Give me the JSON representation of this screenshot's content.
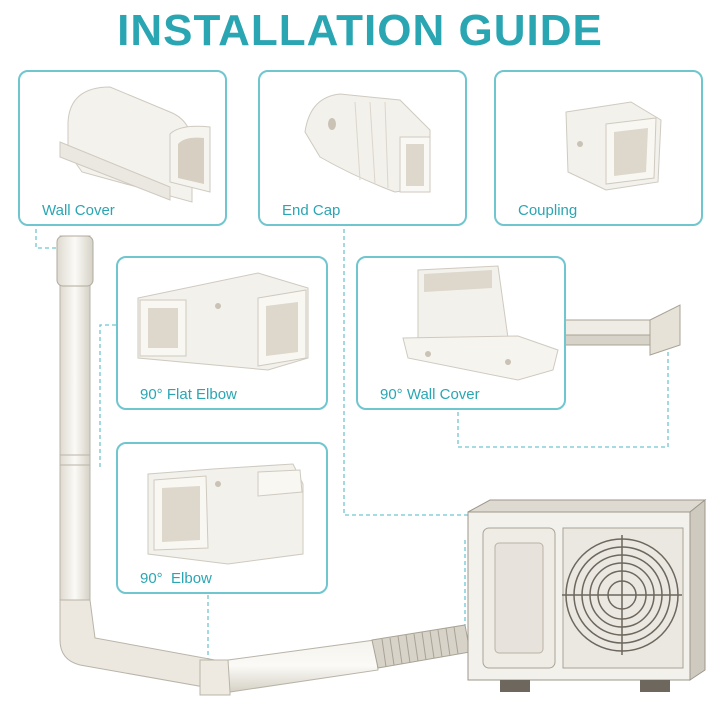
{
  "title": "INSTALLATION GUIDE",
  "accent_color": "#2aa6b3",
  "border_color": "#6fc6cf",
  "parts": [
    {
      "id": "wall-cover",
      "label": "Wall Cover"
    },
    {
      "id": "end-cap",
      "label": "End Cap"
    },
    {
      "id": "coupling",
      "label": "Coupling"
    },
    {
      "id": "flat-elbow",
      "label": "90° Flat Elbow"
    },
    {
      "id": "wall-cover-90",
      "label": "90° Wall Cover"
    },
    {
      "id": "elbow",
      "label": "90°  Elbow"
    }
  ]
}
